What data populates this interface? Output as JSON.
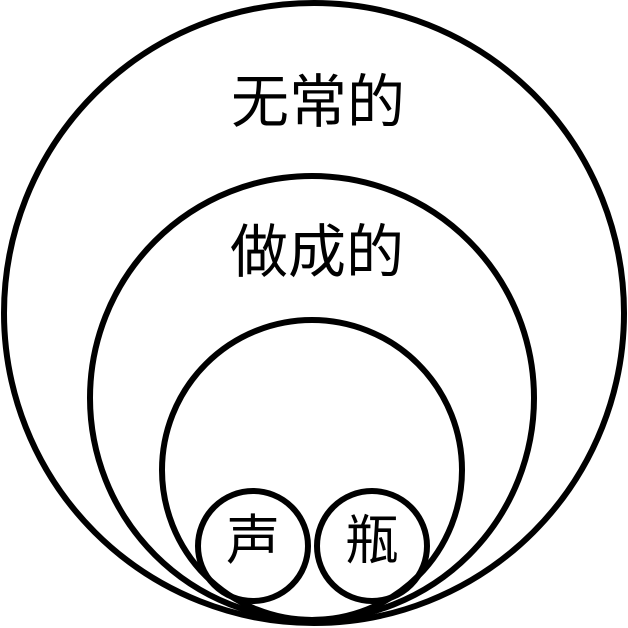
{
  "diagram": {
    "outer_label": "无常的",
    "middle_label": "做成的",
    "inner_left_label": "声",
    "inner_right_label": "瓶"
  },
  "colors": {
    "stroke": "#000000",
    "background": "#ffffff",
    "text": "#000000"
  }
}
